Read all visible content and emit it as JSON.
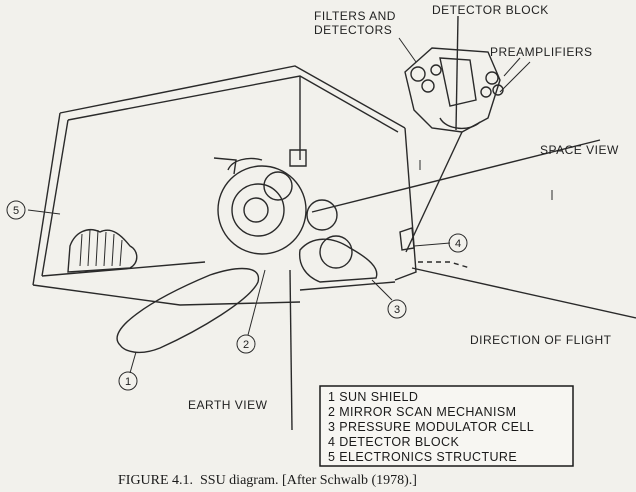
{
  "labels": {
    "filters_and_detectors_line1": "FILTERS AND",
    "filters_and_detectors_line2": "DETECTORS",
    "detector_block": "DETECTOR BLOCK",
    "preamplifiers": "PREAMPLIFIERS",
    "space_view": "SPACE VIEW",
    "direction_of_flight": "DIRECTION OF FLIGHT",
    "earth_view": "EARTH VIEW"
  },
  "callouts": [
    "1",
    "2",
    "3",
    "4",
    "5"
  ],
  "legend": [
    "1 SUN SHIELD",
    "2 MIRROR SCAN MECHANISM",
    "3 PRESSURE MODULATOR CELL",
    "4 DETECTOR BLOCK",
    "5 ELECTRONICS STRUCTURE"
  ],
  "caption": {
    "figure_label": "FIGURE 4.1.",
    "text": "SSU diagram. [After Schwalb (1978).]"
  }
}
